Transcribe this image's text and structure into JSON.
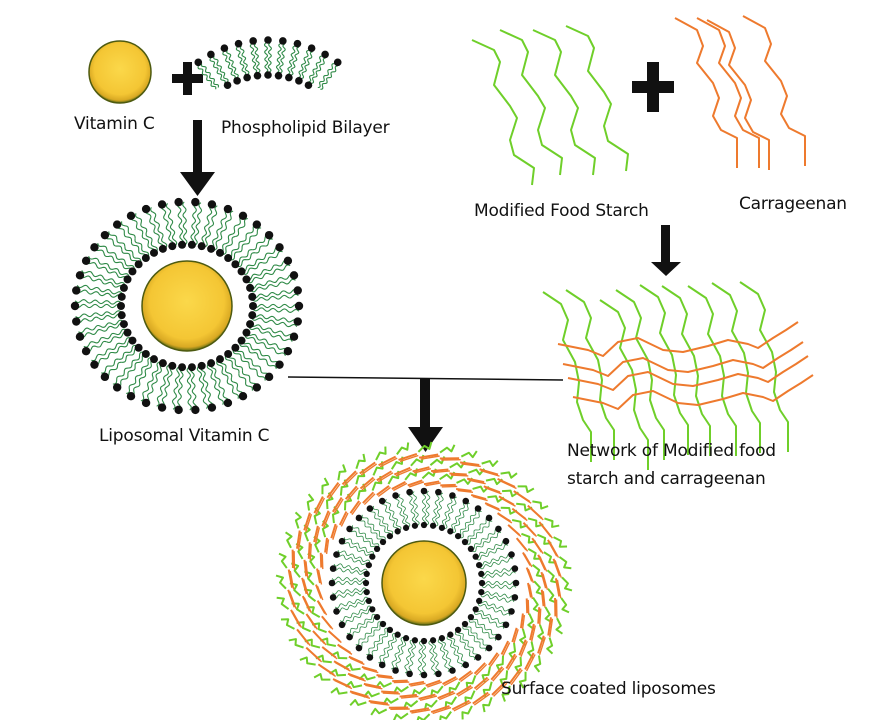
{
  "figure": {
    "title": "Preparation of surface coated liposomal Vitamin C",
    "colors": {
      "core_fill": "#f5c93a",
      "core_edge": "#6b6a10",
      "lipid_head": "#111111",
      "lipid_tail": "#2f8a47",
      "starch": "#6fcf2a",
      "carrageenan": "#ee7a2e",
      "arrow": "#111111"
    },
    "labels": {
      "vitamin_c": "Vitamin C",
      "phospholipid_bilayer": "Phospholipid Bilayer",
      "modified_food_starch": "Modified Food Starch",
      "carrageenan": "Carrageenan",
      "liposomal_vitamin_c": "Liposomal Vitamin C",
      "network": "Network of Modified food\nstarch and carrageenan",
      "surface_coated": "Surface coated liposomes"
    },
    "operators": {
      "plus_1": "+",
      "plus_2": "+"
    }
  }
}
